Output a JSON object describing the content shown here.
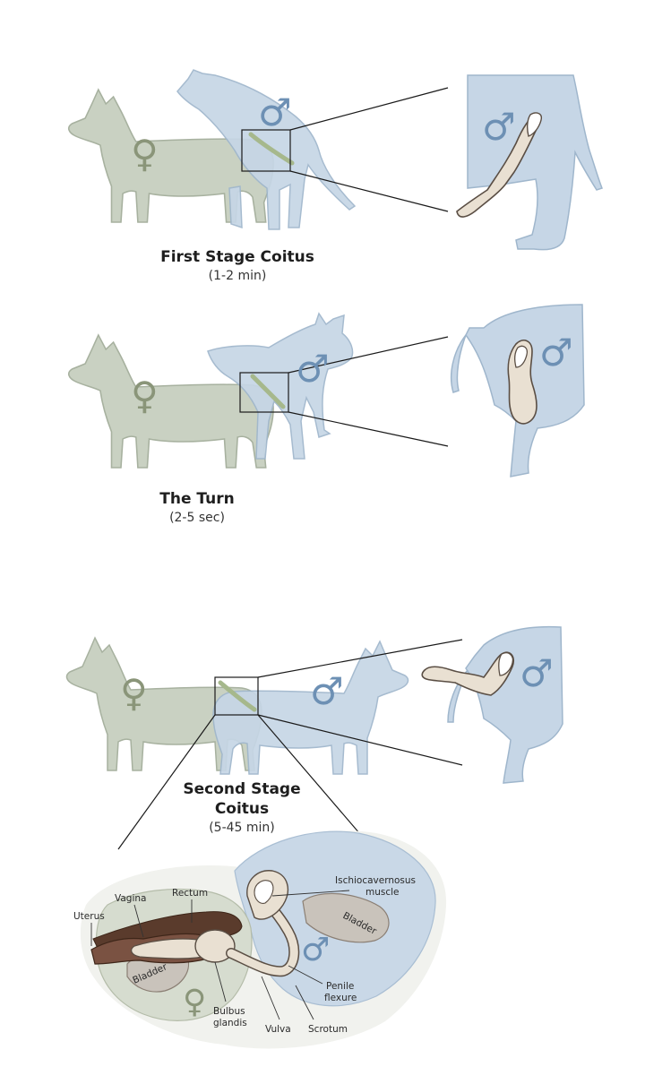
{
  "stages": [
    {
      "title": "First Stage Coitus",
      "duration": "(1-2 min)"
    },
    {
      "title": "The Turn",
      "duration": "(2-5 sec)"
    },
    {
      "title": "Second Stage",
      "title_line2": "Coitus",
      "duration": "(5-45 min)"
    }
  ],
  "symbols": {
    "female": "♀",
    "male": "♂"
  },
  "anatomy_labels": {
    "uterus": "Uterus",
    "vagina": "Vagina",
    "rectum": "Rectum",
    "ischiocavernosus_1": "Ischiocavernosus",
    "ischiocavernosus_2": "muscle",
    "bladder_male": "Bladder",
    "bladder_female": "Bladder",
    "penile_1": "Penile",
    "penile_2": "flexure",
    "bulbus_1": "Bulbus",
    "bulbus_2": "glandis",
    "vulva": "Vulva",
    "scrotum": "Scrotum"
  },
  "colors": {
    "female_fill": "#c9d1c2",
    "female_stroke": "#a7b19f",
    "male_fill": "#c6d6e6",
    "male_stroke": "#9fb6cc",
    "female_symbol": "#8a9579",
    "male_symbol": "#6d90b4",
    "bone_fill": "#e9e0d2",
    "organ_brown": "#5a3b2c"
  }
}
